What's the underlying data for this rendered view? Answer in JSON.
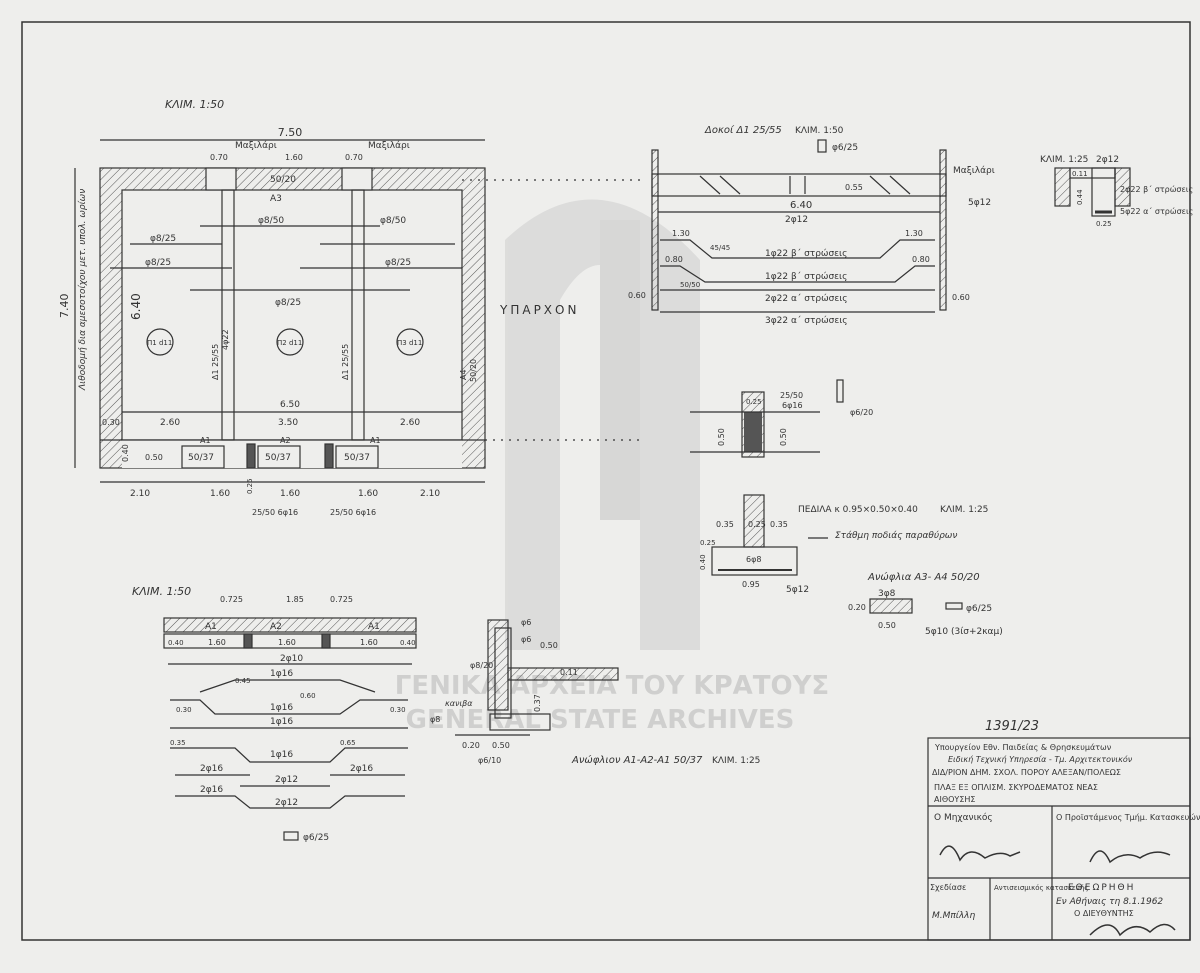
{
  "archive_watermark": {
    "line1": "ΓΕΝΙΚΑ ΑΡΧΕΙΑ ΤΟΥ ΚΡΑΤΟΥΣ",
    "line2": "GENERAL STATE ARCHIVES"
  },
  "archive_number": "1391/23",
  "plan": {
    "scale_label": "ΚΛΙΜ. 1:50",
    "total_width": "7.50",
    "total_height": "7.40",
    "inner_height": "6.40",
    "inner_width": "6.50",
    "existing_label": "ΥΠΑΡΧΟΝ",
    "cushion_label": "Μαξιλάρι",
    "left_wall_note": "Λιθοδομή δια αμεσοτοίχου μετ. υπολ. ωρίων",
    "top_dims": [
      "0.70",
      "1.60",
      "0.70"
    ],
    "beam_labels": [
      "50/20",
      "Α3",
      "Α4",
      "50/20"
    ],
    "slab_labels": [
      "Π1 d11",
      "Π2 d11",
      "Π3 d11"
    ],
    "rebar_labels": [
      "φ8/50",
      "φ8/25",
      "φ8/25",
      "φ8/25",
      "φ8/50",
      "φ8/25"
    ],
    "joist_labels": [
      "Δ1 25/55",
      "4φ22",
      "Δ1 25/55"
    ],
    "bottom_row_dims": [
      "2.60",
      "3.50",
      "2.60"
    ],
    "bottom_beams": [
      "Α1",
      "50/37",
      "Α2",
      "50/37",
      "Α1",
      "50/37"
    ],
    "bottom_dims": [
      "2.10",
      "1.60",
      "1.60",
      "1.60",
      "2.10"
    ],
    "small_dims": [
      "0.30",
      "0.50",
      "0.40",
      "0.25"
    ],
    "column_notes": [
      "25/50 6φ16",
      "25/50 6φ16"
    ]
  },
  "beam_section": {
    "title": "Δοκοί Δ1 25/55",
    "scale_label": "ΚΛΙΜ. 1:50",
    "length": "6.40",
    "cushion_label": "Μαξιλάρι",
    "stirrup": "φ6/25",
    "top_bars": "2φ12",
    "right_bars": "5φ12",
    "bars": [
      "1φ22 β΄ στρώσεις",
      "1φ22 β΄ στρώσεις",
      "2φ22 α΄ στρώσεις",
      "3φ22 α΄ στρώσεις"
    ],
    "dims": [
      "1.30",
      "1.30",
      "0.55",
      "0.80",
      "0.80",
      "0.60",
      "0.60",
      "45/45",
      "50/50"
    ]
  },
  "section_detail": {
    "scale_label": "ΚΛΙΜ. 1:25",
    "top_bars": "2φ12",
    "bars": [
      "2φ22 β΄ στρώσεις",
      "5φ22 α΄ στρώσεις"
    ],
    "dims": [
      "0.11",
      "0.44",
      "0.25"
    ]
  },
  "column": {
    "size": "25/50",
    "bars": "6φ16",
    "stirrup": "φ6/20",
    "dims": [
      "0.50",
      "0.50",
      "0.25"
    ]
  },
  "footing": {
    "title": "ΠΕΔΙΛΑ κ 0.95×0.50×0.40",
    "scale_label": "ΚΛΙΜ. 1:25",
    "floor_level": "Στάθμη ποδιάς παραθύρων",
    "bars": "5φ12",
    "dims": [
      "0.35",
      "0.25",
      "0.35",
      "0.95",
      "0.40",
      "0.25"
    ],
    "bar_label": "6φ8"
  },
  "lintel_a3": {
    "title": "Ανώφλια Α3- Α4 50/20",
    "top_bars": "3φ8",
    "stirrup": "φ6/25",
    "bottom_bars": "5φ10 (3ίσ+2καμ)",
    "dims": [
      "0.20",
      "0.50"
    ]
  },
  "lintel_a1": {
    "scale_label": "ΚΛΙΜ. 1:50",
    "top_dims": [
      "0.725",
      "1.85",
      "0.725"
    ],
    "beams": [
      "Α1",
      "Α2",
      "Α1"
    ],
    "dims": [
      "1.60",
      "1.60",
      "1.60",
      "0.40",
      "0.40"
    ],
    "bars": [
      "2φ10",
      "1φ16",
      "1φ16",
      "1φ16",
      "1φ16",
      "2φ16",
      "2φ16",
      "2φ12",
      "2φ12",
      "2φ16"
    ],
    "stirrup": "φ6/25",
    "bend_dims": [
      "0.45",
      "0.30",
      "0.30",
      "0.60",
      "0.35",
      "0.65"
    ]
  },
  "lintel_section": {
    "title": "Ανώφλιον Α1-Α2-Α1 50/37",
    "scale_label": "ΚΛΙΜ. 1:25",
    "bars": [
      "φ6",
      "φ6",
      "φ8/20",
      "φ8",
      "φ6/10"
    ],
    "dims": [
      "0.11",
      "0.37",
      "0.20",
      "0.50",
      "0.50"
    ],
    "note": "κανιβα"
  },
  "title_block": {
    "ministry": "Υπουργείον Εθν. Παιδείας & Θρησκευμάτων",
    "service": "Ειδική Τεχνική Υπηρεσία - Τμ. Αρχιτεκτονικόν",
    "project": "ΔΙΔ/ΡΙΟΝ ΔΗΜ. ΣΧΟΛ. ΠΟΡΟΥ ΑΛΕΞΑΝ/ΠΟΛΕΩΣ",
    "drawing_title_1": "ΠΛΑΞ ΕΞ ΟΠΛΙΣΜ. ΣΚΥΡΟΔΕΜΑΤΟΣ ΝΕΑΣ",
    "drawing_title_2": "ΑΙΘΟΥΣΗΣ",
    "engineer_label": "Ο Μηχανικός",
    "head_label": "Ο Προϊστάμενος Τμήμ. Κατασκευών",
    "drawn_label": "Σχεδίασε",
    "drawn_by": "Μ.Μπίλλη",
    "checked_label": "Αντισεισμικός κατασκευής",
    "approval_title": "ΕΘΕΩΡΗΘΗ",
    "approval_date": "Εν Αθήναις τη 8.1.1962",
    "director_label": "Ο ΔΙΕΥΘΥΝΤΗΣ"
  },
  "colors": {
    "ink": "#2f2f2f",
    "paper": "#eeeeec",
    "hatch": "#555555"
  }
}
